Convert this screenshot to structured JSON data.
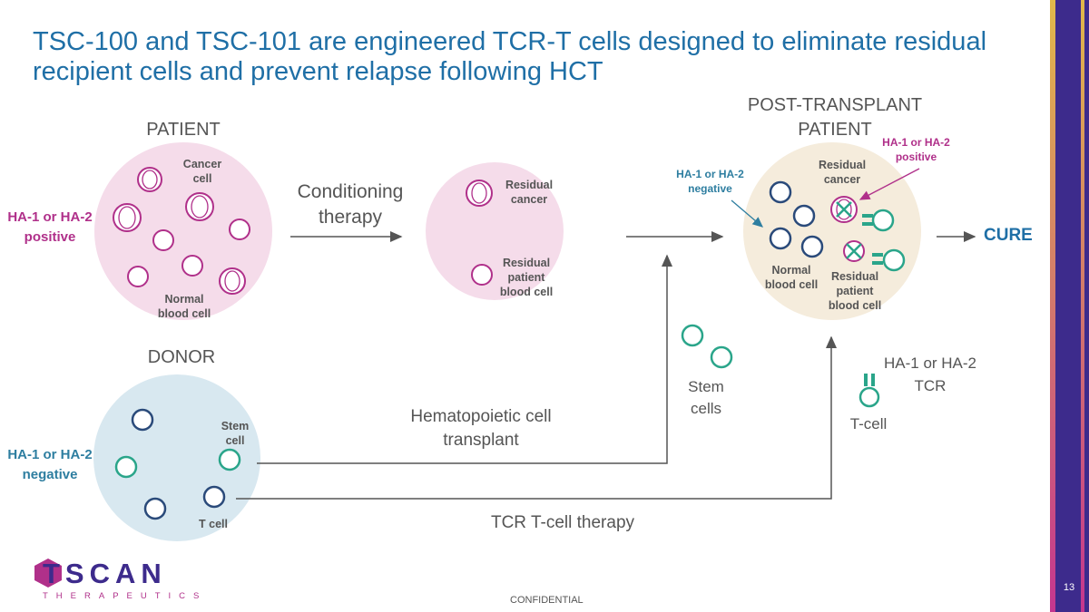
{
  "title": "TSC-100 and TSC-101 are engineered TCR-T cells designed to eliminate residual recipient cells and prevent relapse following HCT",
  "sections": {
    "patient": "PATIENT",
    "post_transplant_line1": "POST-TRANSPLANT",
    "post_transplant_line2": "PATIENT",
    "donor": "DONOR"
  },
  "patient_circle": {
    "cancer_cell_line1": "Cancer",
    "cancer_cell_line2": "cell",
    "normal_cell_line1": "Normal",
    "normal_cell_line2": "blood cell",
    "side_label_line1": "HA-1 or HA-2",
    "side_label_line2": "positive"
  },
  "conditioning": {
    "line1": "Conditioning",
    "line2": "therapy"
  },
  "residual_circle": {
    "residual_cancer_line1": "Residual",
    "residual_cancer_line2": "cancer",
    "residual_patient_line1": "Residual",
    "residual_patient_line2": "patient",
    "residual_patient_line3": "blood cell"
  },
  "post_circle": {
    "residual_cancer_line1": "Residual",
    "residual_cancer_line2": "cancer",
    "normal_line1": "Normal",
    "normal_line2": "blood cell",
    "residual_patient_line1": "Residual",
    "residual_patient_line2": "patient",
    "residual_patient_line3": "blood cell",
    "negative_callout_line1": "HA-1 or HA-2",
    "negative_callout_line2": "negative",
    "positive_callout_line1": "HA-1 or HA-2",
    "positive_callout_line2": "positive"
  },
  "cure": "CURE",
  "donor_circle": {
    "stem_cell_line1": "Stem",
    "stem_cell_line2": "cell",
    "t_cell": "T cell",
    "side_label_line1": "HA-1 or HA-2",
    "side_label_line2": "negative"
  },
  "stem_cells_line1": "Stem",
  "stem_cells_line2": "cells",
  "hct_line1": "Hematopoietic cell",
  "hct_line2": "transplant",
  "tcr_line1": "HA-1 or HA-2",
  "tcr_line2": "TCR",
  "t_cell_label": "T-cell",
  "tcr_therapy": "TCR T-cell therapy",
  "logo": {
    "name": "TSCAN",
    "subtitle": "THERAPEUTICS"
  },
  "confidential": "CONFIDENTIAL",
  "page_number": "13",
  "colors": {
    "title_blue": "#1f6fa6",
    "magenta": "#b0308a",
    "teal": "#2aa58a",
    "cell_blue": "#2a4a7a",
    "patient_bg": "#f5dcea",
    "post_bg": "#f5ecdc",
    "donor_bg": "#d8e8f0",
    "logo_purple": "#3d2b8c"
  }
}
